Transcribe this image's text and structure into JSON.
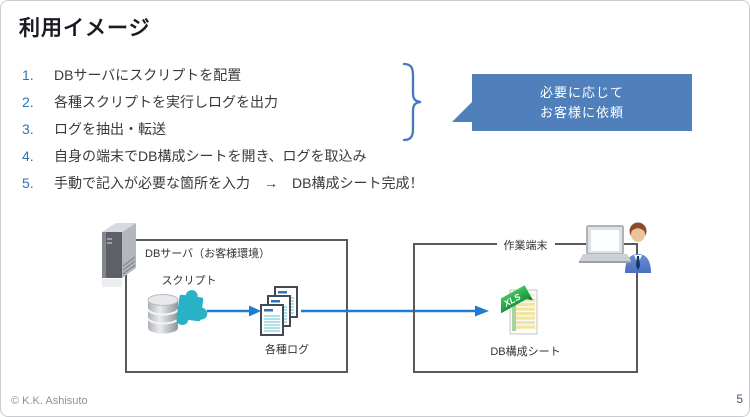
{
  "slide": {
    "title": "利用イメージ",
    "footer": "© K.K. Ashisuto",
    "page_number": "5"
  },
  "steps": [
    {
      "num": "1.",
      "text": "DBサーバにスクリプトを配置"
    },
    {
      "num": "2.",
      "text": "各種スクリプトを実行しログを出力"
    },
    {
      "num": "3.",
      "text": "ログを抽出・転送"
    },
    {
      "num": "4.",
      "text": "自身の端末でDB構成シートを開き、ログを取込み"
    },
    {
      "num": "5.",
      "text": "手動で記入が必要な箇所を入力　→　DB構成シート完成！"
    }
  ],
  "callout": {
    "line1": "必要に応じて",
    "line2": "お客様に依頼"
  },
  "diagram": {
    "server_box_label": "DBサーバ（お客様環境）",
    "script_label": "スクリプト",
    "logs_label": "各種ログ",
    "terminal_box_label": "作業端末",
    "sheet_label": "DB構成シート",
    "xls_badge": "XLS"
  },
  "colors": {
    "callout_blue": "#4f80bc",
    "arrow_blue": "#1e7cd0",
    "number_blue": "#2e74b5",
    "box_border_gray": "#595959",
    "puzzle_teal": "#2bb1c6",
    "xls_green": "#27a844"
  }
}
